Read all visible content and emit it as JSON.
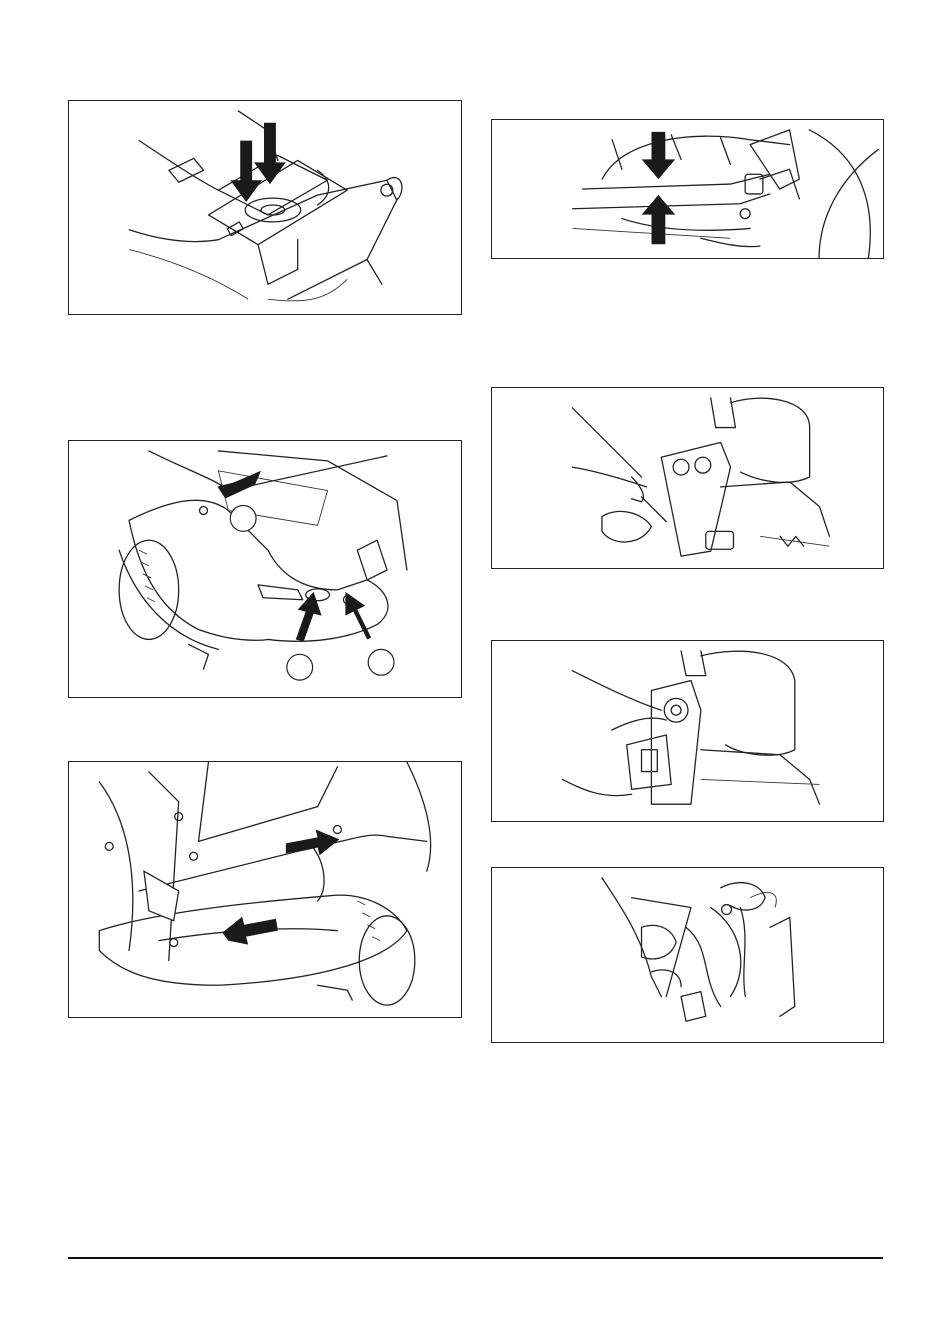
{
  "page": {
    "figures": [
      {
        "id": "fig-seat-removal",
        "icon": "seat-plate-arrows-illustration"
      },
      {
        "id": "fig-body-screws-callouts",
        "icon": "body-screws-illustration"
      },
      {
        "id": "fig-body-front-screws",
        "icon": "body-front-screws-illustration"
      },
      {
        "id": "fig-cable-gap",
        "icon": "cable-gap-illustration"
      },
      {
        "id": "fig-steering-column-tool",
        "icon": "steering-column-tool-illustration"
      },
      {
        "id": "fig-panel-removal",
        "icon": "panel-removal-illustration"
      },
      {
        "id": "fig-connector-wiring",
        "icon": "connector-wiring-illustration"
      }
    ],
    "colors": {
      "ink": "#1a1a1a",
      "paper": "#ffffff"
    }
  }
}
